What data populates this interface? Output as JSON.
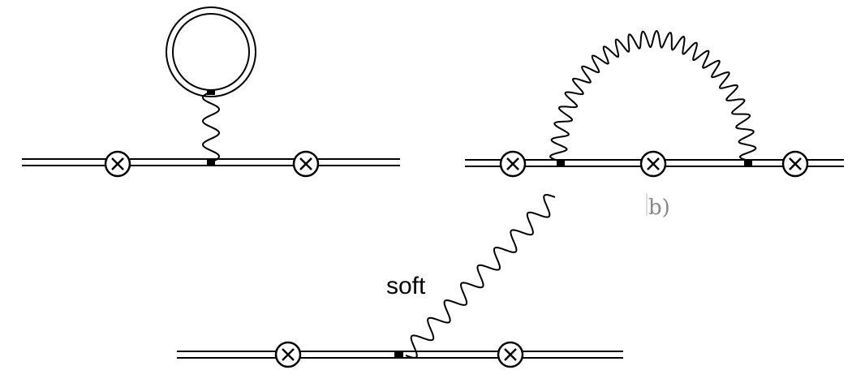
{
  "labels": {
    "panel_b": "b)",
    "soft": "soft"
  },
  "colors": {
    "line": "#000000",
    "label_gray": "#888888",
    "background": "#ffffff"
  },
  "icons": {
    "vertex_insertion": "circled-cross-icon",
    "photon": "wavy-line",
    "propagator": "double-line",
    "loop": "double-circle"
  }
}
